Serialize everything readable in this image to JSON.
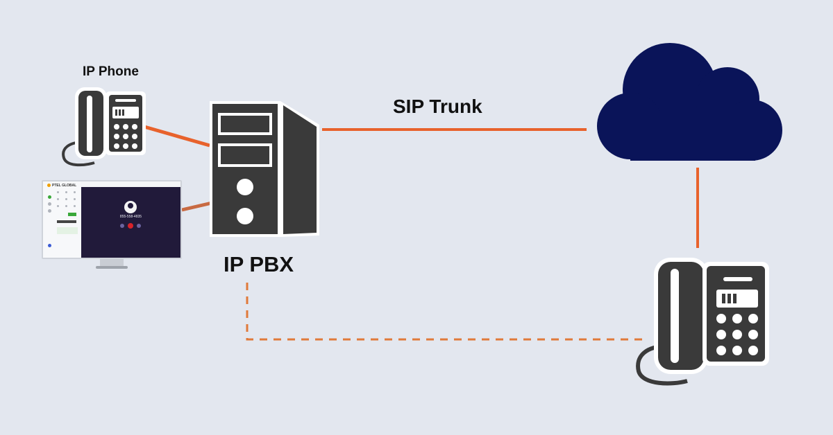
{
  "labels": {
    "ip_phone": "IP Phone",
    "sip_trunk": "SIP Trunk",
    "ip_pbx": "IP PBX"
  },
  "softphone": {
    "brand": "PTEL GLOBAL",
    "number": "855-558-4835"
  },
  "colors": {
    "background": "#e3e7ef",
    "link": "#e8622c",
    "link_dashed": "#e07a3a",
    "device": "#3a3a3a",
    "cloud": "#0a1459",
    "softphone_call_pane": "#211a3a"
  },
  "icons": [
    "ip-phone-icon",
    "softphone-monitor-icon",
    "server-tower-icon",
    "cloud-icon",
    "desk-phone-icon"
  ]
}
